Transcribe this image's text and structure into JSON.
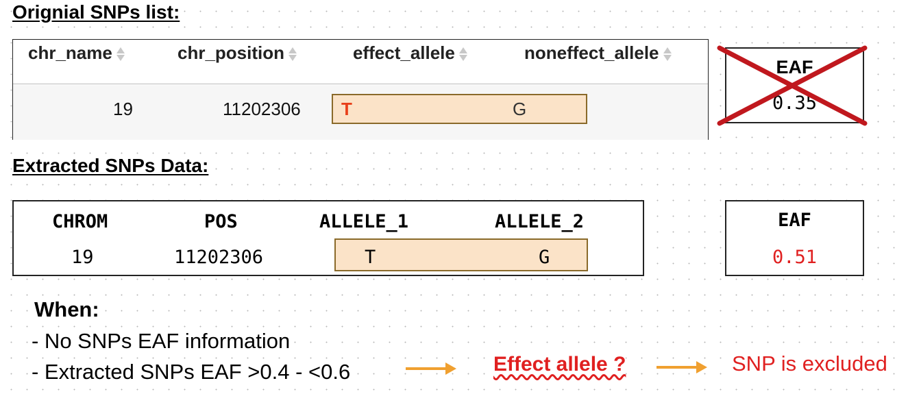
{
  "headings": {
    "original": "Orignial SNPs list:",
    "extracted": "Extracted SNPs Data:",
    "when": "When:"
  },
  "original_table": {
    "columns": [
      "chr_name",
      "chr_position",
      "effect_allele",
      "noneffect_allele"
    ],
    "row": {
      "chr_name": "19",
      "chr_position": "11202306",
      "effect_allele": "T",
      "noneffect_allele": "G"
    }
  },
  "original_eaf": {
    "label": "EAF",
    "value": "0.35",
    "crossed_out": true
  },
  "extracted_table": {
    "columns": [
      "CHROM",
      "POS",
      "ALLELE_1",
      "ALLELE_2"
    ],
    "row": {
      "chrom": "19",
      "pos": "11202306",
      "allele_1": "T",
      "allele_2": "G"
    }
  },
  "extracted_eaf": {
    "label": "EAF",
    "value": "0.51"
  },
  "conditions": [
    "- No SNPs EAF information",
    "- Extracted SNPs EAF >0.4 - <0.6"
  ],
  "flow": {
    "question": "Effect allele ?",
    "result": "SNP is excluded"
  },
  "colors": {
    "highlight_fill": "#fbe3c8",
    "highlight_border": "#8a6a2a",
    "alert_red": "#e02020",
    "cross_red": "#c0181e",
    "arrow": "#f0a030",
    "effect_allele_text": "#e8401a"
  }
}
